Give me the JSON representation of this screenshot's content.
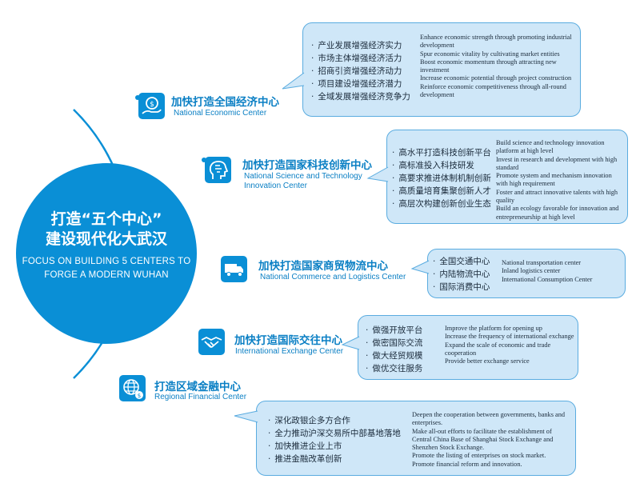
{
  "hub": {
    "title_line1": "打造“五个中心”",
    "title_line2": "建设现代化大武汉",
    "en_line1": "FOCUS ON BUILDING 5 CENTERS TO",
    "en_line2": "FORGE A MODERN WUHAN",
    "color": "#0a8fd6"
  },
  "centers": [
    {
      "icon": "money-hand-icon",
      "title": "加快打造全国经济中心",
      "subtitle": "National Economic Center",
      "items_zh": [
        "产业发展增强经济实力",
        "市场主体增强经济活力",
        "招商引资增强经济动力",
        "项目建设增强经济潜力",
        "全域发展增强经济竞争力"
      ],
      "items_en": [
        "Enhance economic strength through promoting industrial development",
        "Spur economic vitality by cultivating market entities",
        "Boost economic momentum through attracting new investment",
        "Increase economic potential through project construction",
        "Reinforce economic competitiveness through all-round development"
      ]
    },
    {
      "icon": "head-brain-icon",
      "title": "加快打造国家科技创新中心",
      "subtitle_line1": "National Science and Technology",
      "subtitle_line2": "Innovation Center",
      "items_zh": [
        "高水平打造科技创新平台",
        "高标准投入科技研发",
        "高要求推进体制机制创新",
        "高质量培育集聚创新人才",
        "高层次构建创新创业生态"
      ],
      "items_en": [
        "Build science and technology innovation platform at high level",
        "Invest in research and development with high standard",
        "Promote system and mechanism innovation with high requirement",
        "Foster and attract innovative talents with high quality",
        "Build an ecology favorable for innovation and entrepreneurship at high level"
      ]
    },
    {
      "icon": "truck-icon",
      "title": "加快打造国家商贸物流中心",
      "subtitle": "National Commerce and Logistics Center",
      "items_zh": [
        "全国交通中心",
        "内陆物流中心",
        "国际消费中心"
      ],
      "items_en": [
        "National transportation center",
        "Inland logistics center",
        "International Consumption Center"
      ]
    },
    {
      "icon": "handshake-icon",
      "title": "加快打造国际交往中心",
      "subtitle": "International Exchange Center",
      "items_zh": [
        "做强开放平台",
        "做密国际交流",
        "做大经贸规模",
        "做优交往服务"
      ],
      "items_en": [
        "Improve the platform for opening up",
        "Increase the frequency of international exchange",
        "Expand the scale of economic and trade cooperation",
        "Provide better exchange service"
      ]
    },
    {
      "icon": "globe-coin-icon",
      "title": "打造区域金融中心",
      "subtitle": "Regional Financial Center",
      "items_zh": [
        "深化政银企多方合作",
        "全力推动沪深交易所中部基地落地",
        "加快推进企业上市",
        "推进金融改革创新"
      ],
      "items_en": [
        "Deepen the cooperation between governments, banks and enterprises.",
        "Make all-out efforts to facilitate the establishment of Central China Base of Shanghai Stock Exchange and Shenzhen Stock Exchange.",
        "Promote the listing of enterprises on stock market.",
        "Promote financial reform and innovation."
      ]
    }
  ],
  "colors": {
    "accent": "#0a8fd6",
    "bubble_fill": "#cfe7f8",
    "bubble_border": "#5aace0",
    "arc": "#0a8fd6",
    "text": "#1a2a3a"
  }
}
